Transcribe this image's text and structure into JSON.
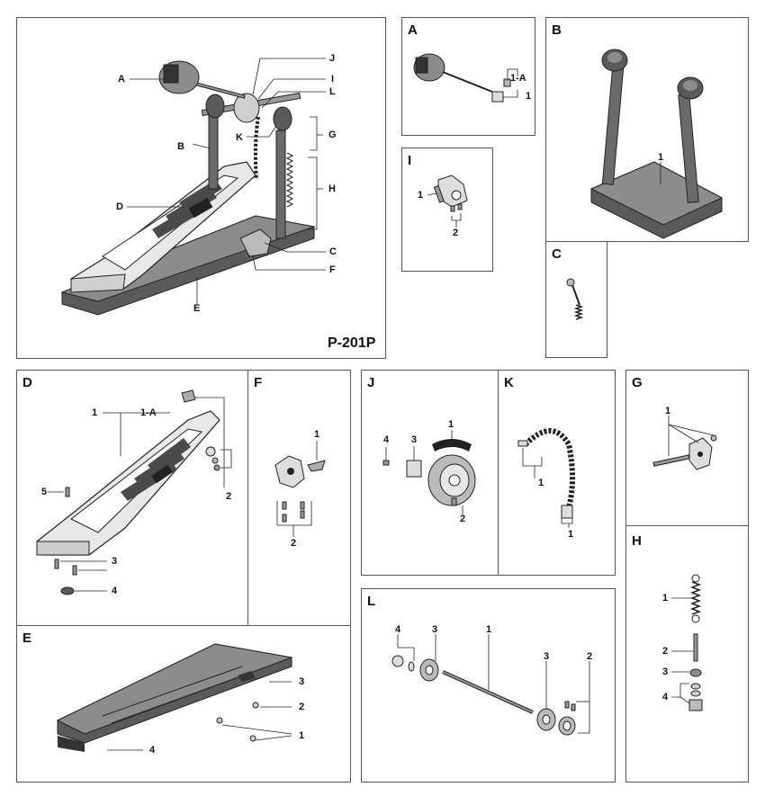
{
  "model": "P-201P",
  "main_callouts": {
    "A": "A",
    "B": "B",
    "C": "C",
    "D": "D",
    "E": "E",
    "F": "F",
    "G": "G",
    "H": "H",
    "I": "I",
    "J": "J",
    "K": "K",
    "L": "L"
  },
  "panels": {
    "A": {
      "label": "A",
      "parts": [
        "1-A",
        "1"
      ]
    },
    "B": {
      "label": "B",
      "parts": [
        "1"
      ]
    },
    "C": {
      "label": "C"
    },
    "I": {
      "label": "I",
      "parts": [
        "1",
        "2"
      ]
    },
    "D": {
      "label": "D",
      "parts": [
        "1",
        "1-A",
        "2",
        "3",
        "4",
        "5"
      ]
    },
    "F": {
      "label": "F",
      "parts": [
        "1",
        "2"
      ]
    },
    "J": {
      "label": "J",
      "parts": [
        "1",
        "2",
        "3",
        "4"
      ]
    },
    "K": {
      "label": "K",
      "parts": [
        "1",
        "1"
      ]
    },
    "G": {
      "label": "G",
      "parts": [
        "1"
      ]
    },
    "H": {
      "label": "H",
      "parts": [
        "1",
        "2",
        "3",
        "4"
      ]
    },
    "E": {
      "label": "E",
      "parts": [
        "1",
        "2",
        "3",
        "4"
      ]
    },
    "L": {
      "label": "L",
      "parts": [
        "1",
        "2",
        "3",
        "3",
        "4"
      ]
    }
  },
  "colors": {
    "outline": "#222222",
    "frame": "#555555",
    "metal_dark": "#5a5a5a",
    "metal_mid": "#8c8c8c",
    "metal_light": "#cfcfcf",
    "felt": "#3a3a3a"
  }
}
